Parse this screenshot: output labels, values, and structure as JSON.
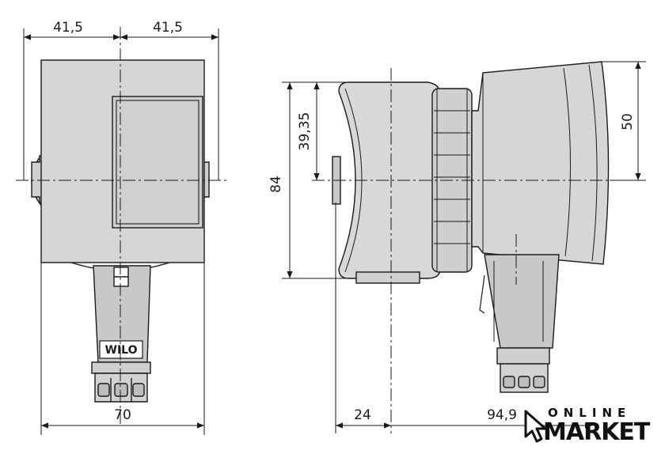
{
  "dimensions": {
    "top_left_width": "41,5",
    "top_right_width": "41,5",
    "bottom_width": "70",
    "side_height": "84",
    "side_upper_height": "39,35",
    "side_right_height": "50",
    "bottom_offset": "24",
    "bottom_length": "94,9"
  },
  "brand_badge": "WILO",
  "watermark": {
    "line1": "ONLINE",
    "line2": "MARKET"
  },
  "colors": {
    "line": "#1a1a1a",
    "body_fill": "#d4d4d4",
    "body_fill_dark": "#bdbdbd",
    "body_fill_light": "#e6e6e6"
  }
}
